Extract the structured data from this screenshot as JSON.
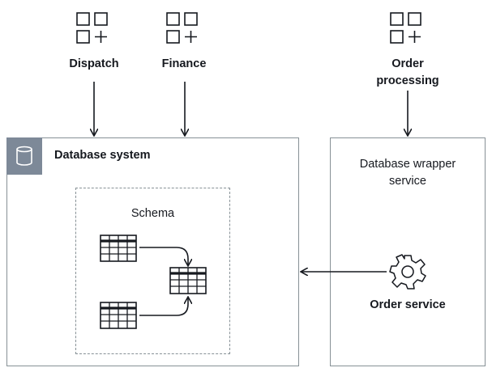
{
  "clients": [
    {
      "id": "dispatch",
      "label": "Dispatch"
    },
    {
      "id": "finance",
      "label": "Finance"
    },
    {
      "id": "order-processing",
      "label_line1": "Order",
      "label_line2": "processing"
    }
  ],
  "database_system": {
    "title": "Database system",
    "icon": "database-icon"
  },
  "schema": {
    "title": "Schema",
    "icon": "table-icon"
  },
  "wrapper": {
    "title_line1": "Database wrapper",
    "title_line2": "service",
    "service_label": "Order service",
    "service_icon": "gear-icon"
  },
  "colors": {
    "box_border": "#879196",
    "badge": "#7d8998",
    "text": "#16191f"
  }
}
